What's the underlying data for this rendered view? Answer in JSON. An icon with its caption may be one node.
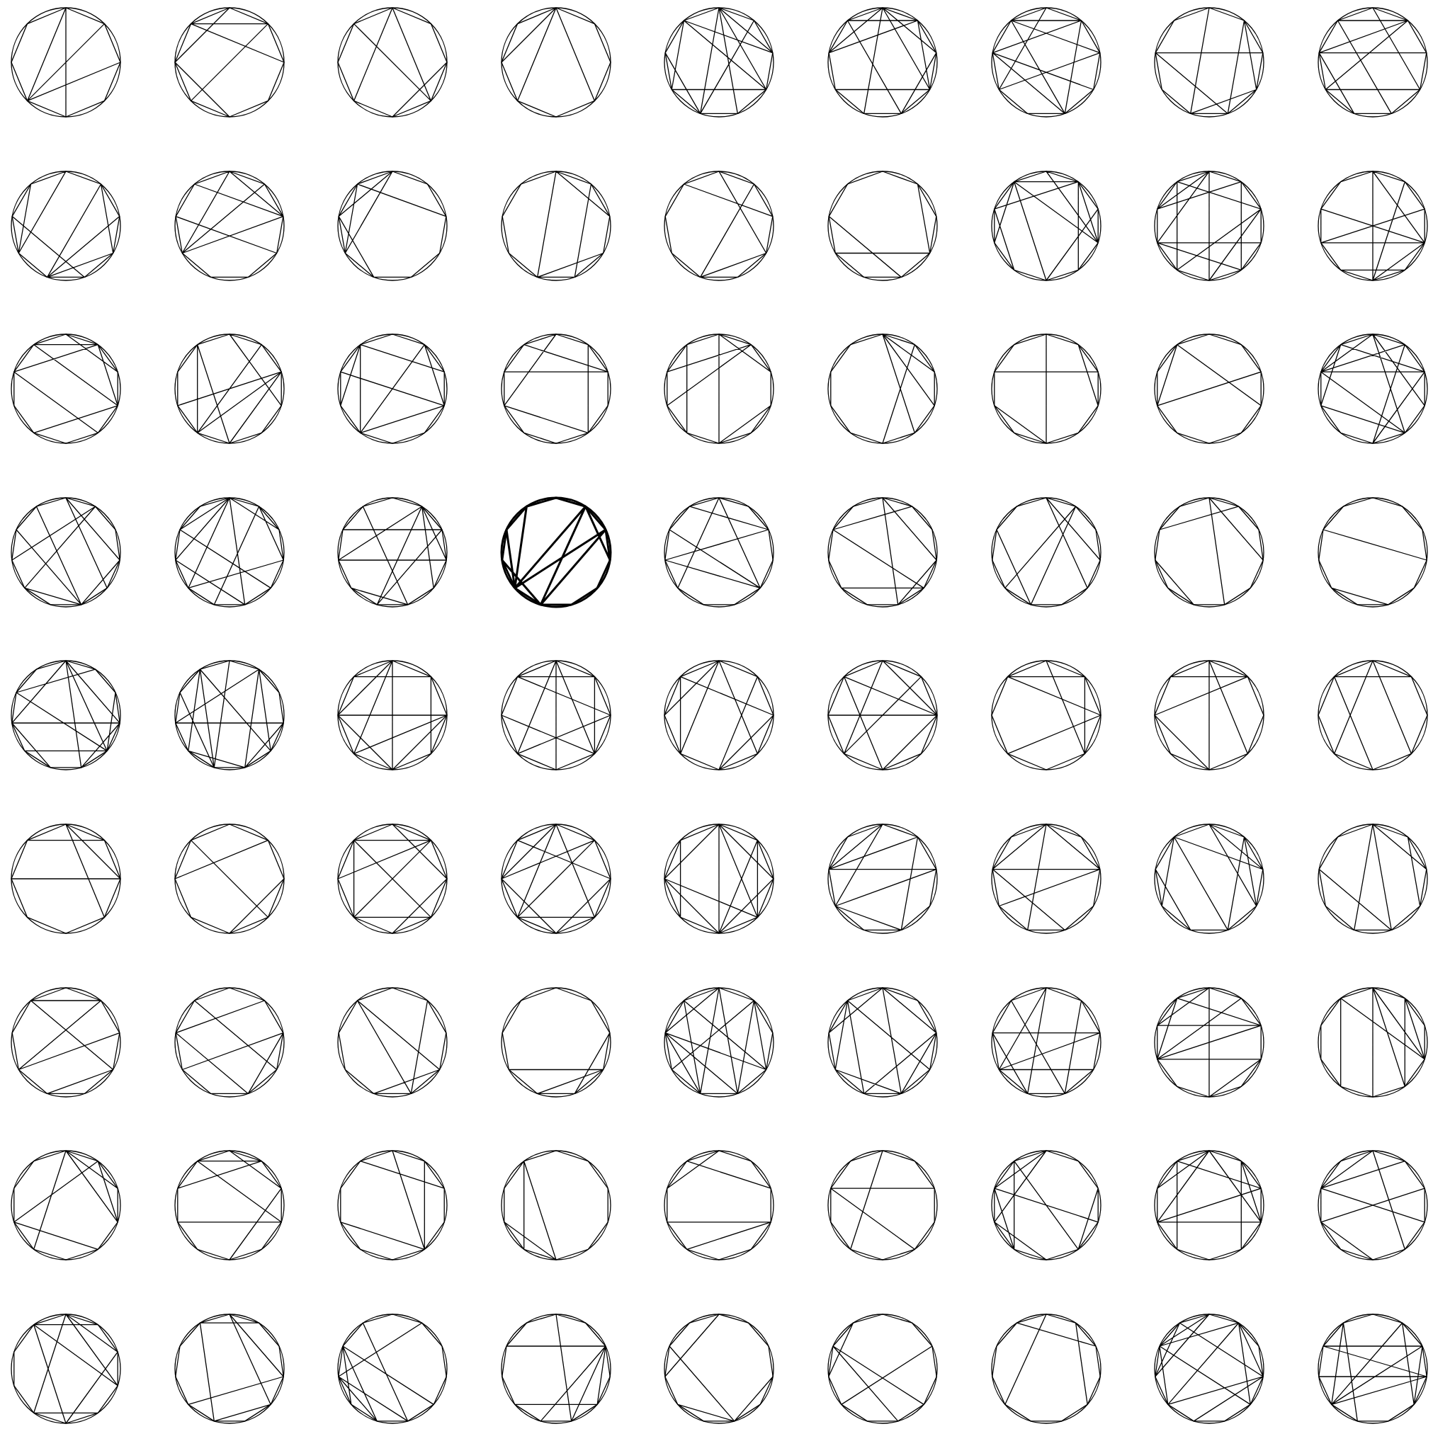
{
  "diagram": {
    "nodes": [
      {
        "text": [],
        "shape": "circle"
      },
      {
        "text": [],
        "shape": "circle"
      },
      {
        "text": [],
        "shape": "circle"
      },
      {
        "text": [],
        "shape": "circle"
      },
      {
        "text": [],
        "shape": "circle"
      },
      {
        "text": [],
        "shape": "circle"
      },
      {
        "text": [],
        "shape": "circle"
      },
      {
        "text": [],
        "shape": "circle"
      },
      {
        "text": [],
        "shape": "circle"
      },
      {
        "text": [],
        "shape": "circle"
      },
      {
        "text": [],
        "shape": "circle"
      },
      {
        "text": [],
        "shape": "circle"
      },
      {
        "text": [],
        "shape": "circle"
      },
      {
        "text": [],
        "shape": "circle"
      },
      {
        "text": [],
        "shape": "circle"
      },
      {
        "text": [],
        "shape": "circle"
      },
      {
        "text": [],
        "shape": "circle"
      },
      {
        "text": [],
        "shape": "circle"
      },
      {
        "text": [],
        "shape": "circle"
      },
      {
        "text": [],
        "shape": "circle"
      },
      {
        "text": [],
        "shape": "circle"
      },
      {
        "text": [],
        "shape": "circle"
      },
      {
        "text": [],
        "shape": "circle"
      },
      {
        "text": [],
        "shape": "circle"
      },
      {
        "text": [],
        "shape": "circle"
      },
      {
        "text": [],
        "shape": "circle"
      },
      {
        "text": [],
        "shape": "circle"
      },
      {
        "text": [],
        "shape": "circle"
      },
      {
        "text": [],
        "shape": "circle"
      },
      {
        "text": [],
        "shape": "circle"
      },
      {
        "text": [],
        "shape": "circle"
      },
      {
        "text": [],
        "shape": "circle"
      },
      {
        "text": [],
        "shape": "circle"
      },
      {
        "text": [],
        "shape": "circle"
      },
      {
        "text": [],
        "shape": "circle"
      },
      {
        "text": [],
        "shape": "circle"
      },
      {
        "text": [],
        "shape": "circle"
      },
      {
        "text": [],
        "shape": "circle"
      },
      {
        "text": [],
        "shape": "circle"
      },
      {
        "text": [],
        "shape": "circle"
      },
      {
        "text": [],
        "shape": "circle"
      },
      {
        "text": [],
        "shape": "circle"
      },
      {
        "text": [],
        "shape": "circle"
      },
      {
        "text": [],
        "shape": "circle"
      },
      {
        "text": [],
        "shape": "circle"
      },
      {
        "text": [],
        "shape": "circle"
      },
      {
        "text": [],
        "shape": "circle"
      },
      {
        "text": [],
        "shape": "circle"
      },
      {
        "text": [],
        "shape": "circle"
      },
      {
        "text": [],
        "shape": "circle"
      },
      {
        "text": [],
        "shape": "circle"
      },
      {
        "text": [],
        "shape": "circle"
      },
      {
        "text": [],
        "shape": "circle"
      },
      {
        "text": [],
        "shape": "circle"
      },
      {
        "text": [],
        "shape": "circle"
      },
      {
        "text": [],
        "shape": "circle"
      },
      {
        "text": [],
        "shape": "circle"
      },
      {
        "text": [],
        "shape": "circle"
      },
      {
        "text": [],
        "shape": "circle"
      },
      {
        "text": [],
        "shape": "circle"
      },
      {
        "text": [],
        "shape": "circle"
      },
      {
        "text": [],
        "shape": "circle"
      },
      {
        "text": [],
        "shape": "circle"
      },
      {
        "text": [],
        "shape": "circle"
      },
      {
        "text": [],
        "shape": "circle"
      },
      {
        "text": [],
        "shape": "circle"
      },
      {
        "text": [],
        "shape": "circle"
      },
      {
        "text": [],
        "shape": "circle"
      },
      {
        "text": [],
        "shape": "circle"
      },
      {
        "text": [],
        "shape": "circle"
      },
      {
        "text": [],
        "shape": "circle"
      },
      {
        "text": [],
        "shape": "circle"
      },
      {
        "text": [],
        "shape": "circle"
      },
      {
        "text": [],
        "shape": "circle"
      },
      {
        "text": [],
        "shape": "circle"
      },
      {
        "text": [],
        "shape": "circle"
      },
      {
        "text": [],
        "shape": "circle"
      },
      {
        "text": [],
        "shape": "circle"
      },
      {
        "text": [],
        "shape": "circle"
      },
      {
        "text": [],
        "shape": "circle"
      },
      {
        "text": [],
        "shape": "circle"
      }
    ]
  }
}
